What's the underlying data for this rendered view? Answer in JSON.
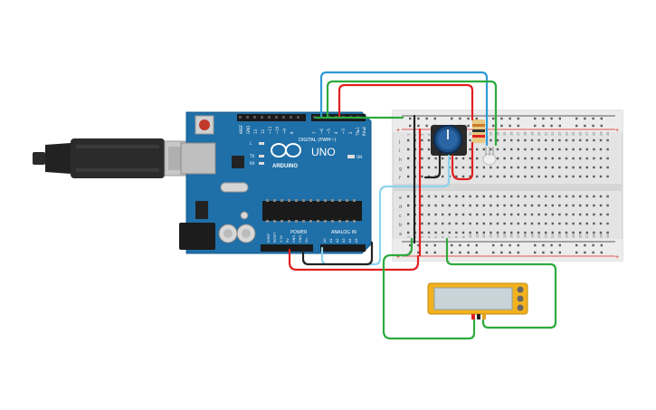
{
  "arduino": {
    "brand": "ARDUINO",
    "model": "UNO",
    "digital_header": "DIGITAL (PWM~)",
    "power_header": "POWER",
    "analog_header": "ANALOG IN",
    "on_label": "ON",
    "led_labels": [
      "L",
      "TX",
      "RX"
    ],
    "top_pins": [
      "AREF",
      "GND",
      "13",
      "12",
      "~11",
      "~10",
      "~9",
      "8",
      "7",
      "~6",
      "~5",
      "4",
      "~3",
      "2",
      "TX▸1",
      "RX◂0"
    ],
    "power_pins": [
      "IOREF",
      "RESET",
      "3.3V",
      "5V",
      "GND",
      "GND",
      "Vin"
    ],
    "analog_pins": [
      "A0",
      "A1",
      "A2",
      "A3",
      "A4",
      "A5"
    ]
  },
  "breadboard": {
    "row_letters_top": [
      "j",
      "i",
      "h",
      "g",
      "f"
    ],
    "row_letters_bottom": [
      "e",
      "d",
      "c",
      "b",
      "a"
    ],
    "column_numbers": [
      "1",
      "2",
      "3",
      "4",
      "5",
      "6",
      "7",
      "8",
      "9",
      "10",
      "11",
      "12",
      "13",
      "14",
      "15",
      "16",
      "17",
      "18",
      "19",
      "20",
      "21",
      "22",
      "23",
      "24",
      "25",
      "26",
      "27",
      "28",
      "29",
      "30"
    ],
    "plus": "+",
    "minus": "-"
  },
  "colors": {
    "arduino_board": "#1f6fa8",
    "wire_blue": "#2f9ad6",
    "wire_red": "#e02020",
    "wire_green": "#2eaa3e",
    "wire_black": "#222222",
    "wire_lightblue": "#8ed3ee",
    "lcd_frame": "#f2b21d",
    "pot_knob": "#1e4f86"
  }
}
